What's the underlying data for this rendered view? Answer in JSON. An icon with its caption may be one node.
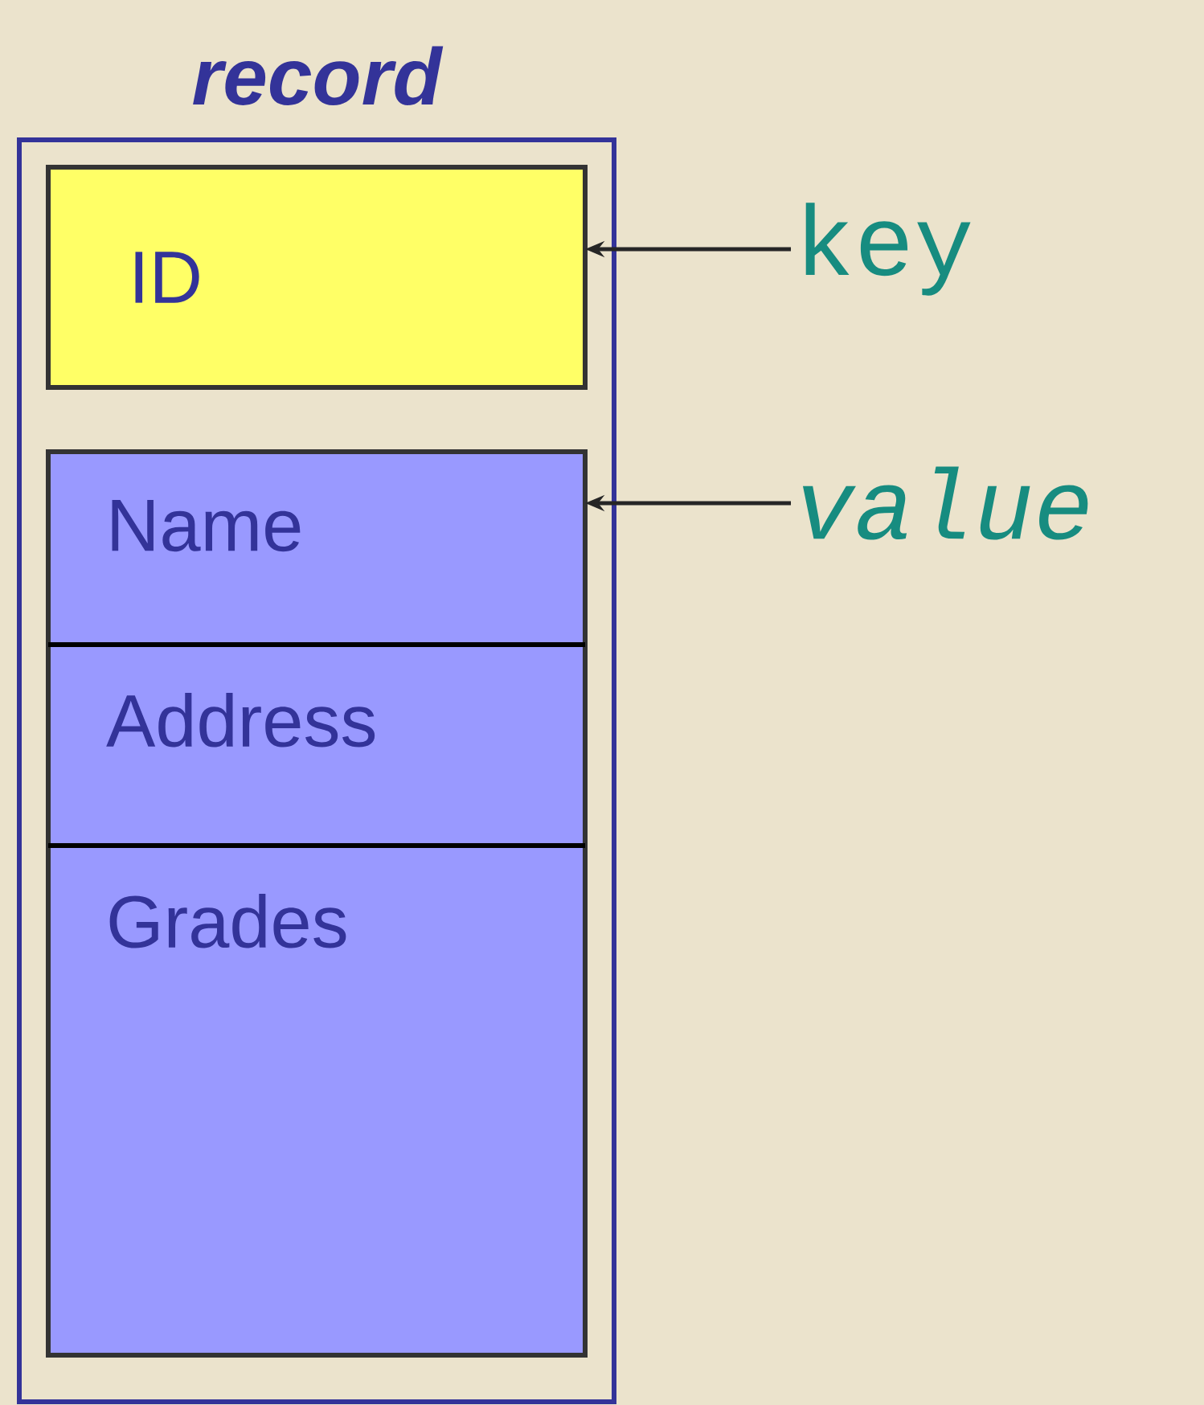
{
  "diagram": {
    "nodes": [
      {
        "text": [
          "record"
        ]
      },
      {
        "text": [
          "ID"
        ],
        "in": 0
      },
      {
        "text": [],
        "shape": "box",
        "in": 0
      },
      {
        "text": [
          "Name"
        ],
        "in": 2
      },
      {
        "text": [
          "Address"
        ],
        "in": 2
      },
      {
        "text": [
          "Grades"
        ],
        "in": 2
      },
      {
        "text": [
          "key"
        ]
      },
      {
        "text": [
          "value"
        ]
      }
    ],
    "edges": [
      {
        "from": 6,
        "to": 1,
        "arrow": "to"
      },
      {
        "from": 7,
        "to": 2,
        "arrow": "to"
      }
    ]
  }
}
